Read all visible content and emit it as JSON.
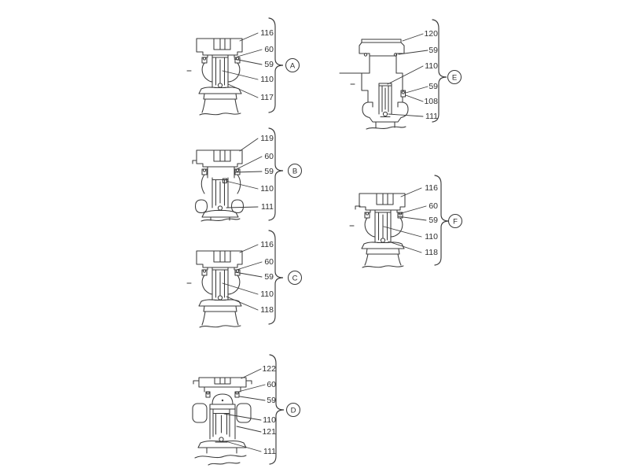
{
  "diagram": {
    "description": "Valve assembly variant cross-sections with part number callouts",
    "background_color": "#ffffff",
    "line_color": "#3a3a3a",
    "text_color": "#2f2f2f"
  },
  "figures": [
    {
      "letter": "A",
      "callouts": [
        "116",
        "60",
        "59",
        "110",
        "117"
      ]
    },
    {
      "letter": "B",
      "callouts": [
        "119",
        "60",
        "59",
        "110",
        "111"
      ]
    },
    {
      "letter": "C",
      "callouts": [
        "116",
        "60",
        "59",
        "110",
        "118"
      ]
    },
    {
      "letter": "D",
      "callouts": [
        "122",
        "60",
        "59",
        "110",
        "121",
        "111"
      ]
    },
    {
      "letter": "E",
      "callouts": [
        "120",
        "59",
        "110",
        "59",
        "108",
        "111"
      ]
    },
    {
      "letter": "F",
      "callouts": [
        "116",
        "60",
        "59",
        "110",
        "118"
      ]
    }
  ]
}
